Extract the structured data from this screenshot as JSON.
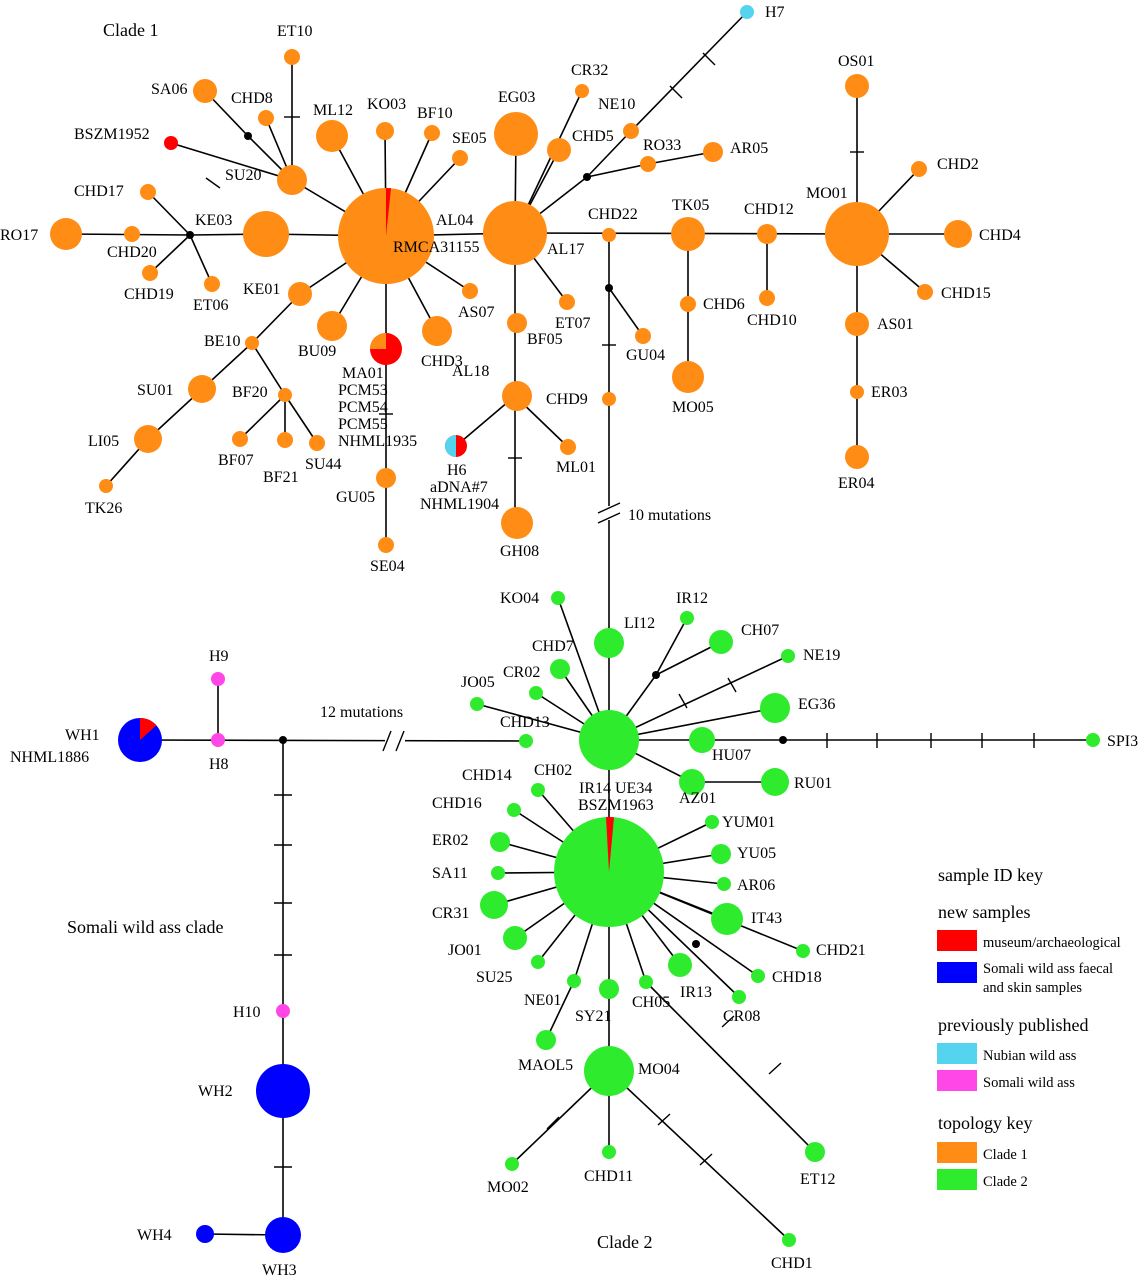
{
  "colors": {
    "clade1": "#FF8C14",
    "clade2": "#2EEB2E",
    "museum": "#FF0000",
    "somali_faecal": "#0000FF",
    "nubian": "#55D4F0",
    "somali": "#FF46E6"
  },
  "annotations": {
    "clade1": "Clade 1",
    "clade2": "Clade 2",
    "somali_clade": "Somali wild ass clade",
    "mutations_10": "10 mutations",
    "mutations_12": "12 mutations"
  },
  "key": {
    "sample_id_heading": "sample ID key",
    "new_samples_heading": "new samples",
    "museum": "museum/archaeological",
    "somali_faecal_line1": "Somali wild ass faecal",
    "somali_faecal_line2": "and skin samples",
    "prev_heading": "previously published",
    "nubian": "Nubian wild ass",
    "somali": "Somali wild ass",
    "topology_heading": "topology key",
    "clade1": "Clade 1",
    "clade2": "Clade 2"
  },
  "nodes": {
    "RMCA31155": "RMCA31155",
    "AL04": "AL04",
    "AL17": "AL17",
    "MO01": "MO01",
    "SA06": "SA06",
    "CHD8": "CHD8",
    "ET10": "ET10",
    "ML12": "ML12",
    "KO03": "KO03",
    "BF10": "BF10",
    "SE05": "SE05",
    "BSZM1952": "BSZM1952",
    "SU20": "SU20",
    "CHD17": "CHD17",
    "KE03": "KE03",
    "RO17": "RO17",
    "CHD20": "CHD20",
    "CHD19": "CHD19",
    "ET06": "ET06",
    "KE01": "KE01",
    "BE10": "BE10",
    "BU09": "BU09",
    "CHD3": "CHD3",
    "AS07": "AS07",
    "SU01": "SU01",
    "LI05": "LI05",
    "TK26": "TK26",
    "BF20": "BF20",
    "BF07": "BF07",
    "BF21": "BF21",
    "SU44": "SU44",
    "MA01": "MA01",
    "PCM53": "PCM53",
    "PCM54": "PCM54",
    "PCM55": "PCM55",
    "NHML1935": "NHML1935",
    "GU05": "GU05",
    "SE04": "SE04",
    "EG03": "EG03",
    "CR32": "CR32",
    "CHD5": "CHD5",
    "NE10": "NE10",
    "RO33": "RO33",
    "AR05": "AR05",
    "H7": "H7",
    "CHD22": "CHD22",
    "ET07": "ET07",
    "BF05": "BF05",
    "AL18": "AL18",
    "CHD9": "CHD9",
    "ML01": "ML01",
    "H6": "H6",
    "aDNA7": "aDNA#7",
    "NHML1904": "NHML1904",
    "GH08": "GH08",
    "GU04": "GU04",
    "TK05": "TK05",
    "CHD6": "CHD6",
    "MO05": "MO05",
    "CHD12": "CHD12",
    "CHD10": "CHD10",
    "OS01": "OS01",
    "CHD2": "CHD2",
    "CHD4": "CHD4",
    "CHD15": "CHD15",
    "AS01": "AS01",
    "ER03": "ER03",
    "ER04": "ER04",
    "KO04": "KO04",
    "LI12": "LI12",
    "IR12": "IR12",
    "CH07": "CH07",
    "NE19": "NE19",
    "CHD7": "CHD7",
    "JO05": "JO05",
    "CR02": "CR02",
    "EG36": "EG36",
    "CHD13": "CHD13",
    "HU07": "HU07",
    "SPI3": "SPI3",
    "RU01": "RU01",
    "AZ01": "AZ01",
    "IR14_UE34": "IR14 UE34",
    "BSZM1963": "BSZM1963",
    "CHD14": "CHD14",
    "CH02": "CH02",
    "CHD16": "CHD16",
    "ER02": "ER02",
    "SA11": "SA11",
    "CR31": "CR31",
    "JO01": "JO01",
    "SU25": "SU25",
    "NE01": "NE01",
    "SY21": "SY21",
    "CH05": "CH05",
    "IR13": "IR13",
    "CR08": "CR08",
    "CHD18": "CHD18",
    "CHD21": "CHD21",
    "IT43": "IT43",
    "AR06": "AR06",
    "YU05": "YU05",
    "YUM01": "YUM01",
    "MAOL5": "MAOL5",
    "MO04": "MO04",
    "MO02": "MO02",
    "CHD11": "CHD11",
    "CHD1": "CHD1",
    "ET12": "ET12",
    "H9": "H9",
    "H8": "H8",
    "WH1": "WH1",
    "NHML1886": "NHML1886",
    "H10": "H10",
    "WH2": "WH2",
    "WH3": "WH3",
    "WH4": "WH4"
  }
}
